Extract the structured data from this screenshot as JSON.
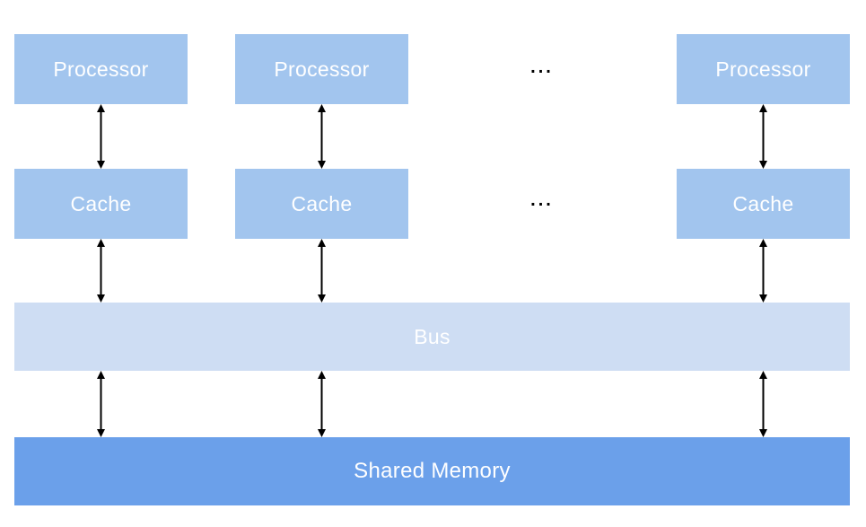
{
  "diagram": {
    "nodes": {
      "processors": [
        {
          "label": "Processor"
        },
        {
          "label": "Processor"
        },
        {
          "label": "Processor"
        }
      ],
      "caches": [
        {
          "label": "Cache"
        },
        {
          "label": "Cache"
        },
        {
          "label": "Cache"
        }
      ],
      "bus": {
        "label": "Bus"
      },
      "shared_memory": {
        "label": "Shared Memory"
      },
      "ellipsis_processor_row": "...",
      "ellipsis_cache_row": "..."
    },
    "colors": {
      "node_fill": "#A2C5EE",
      "bus_fill": "#CEDDF3",
      "shared_memory_fill": "#6BA0EA",
      "label_text": "#FFFFFF",
      "ellipsis_text": "#000000",
      "arrow": "#000000",
      "background": "#FFFFFF"
    }
  }
}
